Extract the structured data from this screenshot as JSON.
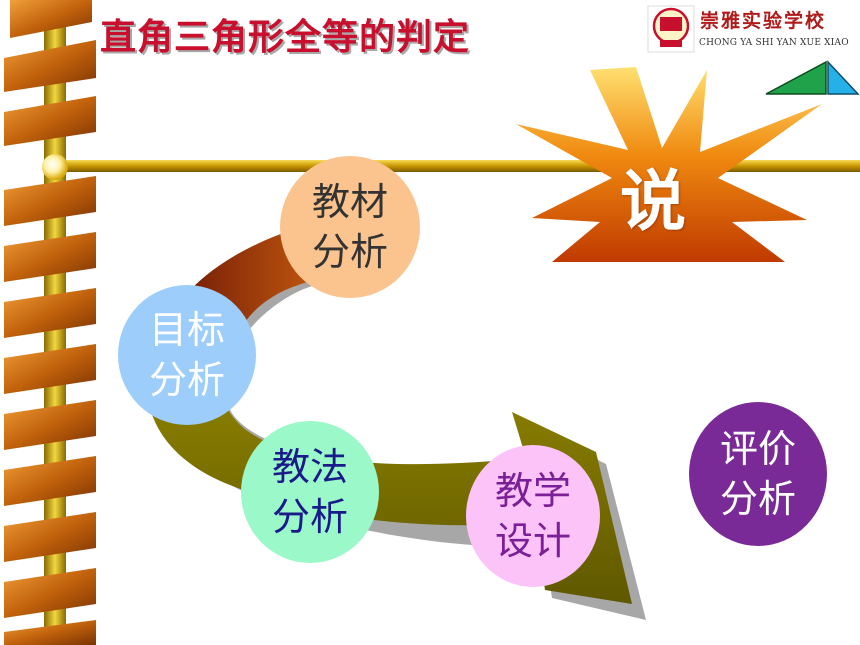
{
  "slide": {
    "title": "直角三角形全等的判定",
    "school_name_cn": "崇雅实验学校",
    "school_name_en": "CHONG YA SHI YAN XUE XIAO",
    "burst_char": "说"
  },
  "circles": [
    {
      "id": "material",
      "line1": "教材",
      "line2": "分析",
      "color": "#fbc48e"
    },
    {
      "id": "goal",
      "line1": "目标",
      "line2": "分析",
      "color": "#9ccdfb"
    },
    {
      "id": "method",
      "line1": "教法",
      "line2": "分析",
      "color": "#9bf8c8"
    },
    {
      "id": "design",
      "line1": "教学",
      "line2": "设计",
      "color": "#fbc3f8"
    },
    {
      "id": "evaluation",
      "line1": "评价",
      "line2": "分析",
      "color": "#7a2a96"
    }
  ],
  "colors": {
    "title_red": "#c8102e",
    "rope_orange": "#c86a12",
    "bar_gold": "#e3b000",
    "arrow_olive": "#847a00",
    "arrow_maroon": "#6e1a05"
  },
  "icons": [
    "school-logo-icon",
    "triangles-icon",
    "burst-icon",
    "curved-arrow-icon"
  ]
}
